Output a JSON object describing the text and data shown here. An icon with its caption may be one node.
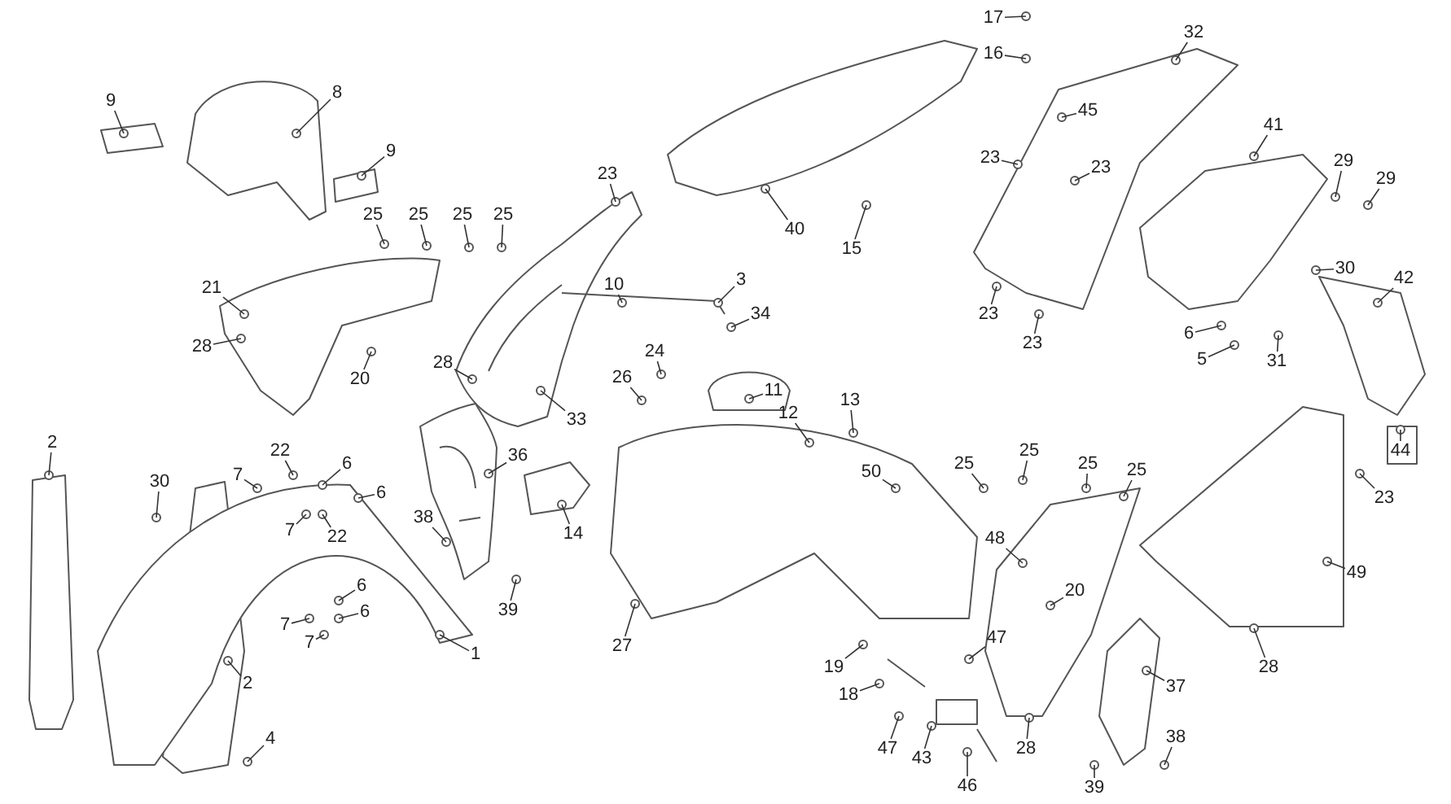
{
  "diagram": {
    "nodes": [
      {
        "text": [
          "17"
        ]
      },
      {
        "text": [
          "16"
        ]
      },
      {
        "text": [
          "32"
        ]
      },
      {
        "text": [
          "45"
        ]
      },
      {
        "text": [
          "9"
        ]
      },
      {
        "text": [
          "8"
        ]
      },
      {
        "text": [
          "9"
        ]
      },
      {
        "text": [
          "23"
        ]
      },
      {
        "text": [
          "23"
        ]
      },
      {
        "text": [
          "23"
        ]
      },
      {
        "text": [
          "40"
        ]
      },
      {
        "text": [
          "15"
        ]
      },
      {
        "text": [
          "41"
        ]
      },
      {
        "text": [
          "29"
        ]
      },
      {
        "text": [
          "29"
        ]
      },
      {
        "text": [
          "25"
        ]
      },
      {
        "text": [
          "25"
        ]
      },
      {
        "text": [
          "25"
        ]
      },
      {
        "text": [
          "25"
        ]
      },
      {
        "text": [
          "21"
        ]
      },
      {
        "text": [
          "20"
        ]
      },
      {
        "text": [
          "28"
        ]
      },
      {
        "text": [
          "10"
        ]
      },
      {
        "text": [
          "3"
        ]
      },
      {
        "text": [
          "34"
        ]
      },
      {
        "text": [
          "24"
        ]
      },
      {
        "text": [
          "11"
        ]
      },
      {
        "text": [
          "26"
        ]
      },
      {
        "text": [
          "28"
        ]
      },
      {
        "text": [
          "33"
        ]
      },
      {
        "text": [
          "23"
        ]
      },
      {
        "text": [
          "23"
        ]
      },
      {
        "text": [
          "30"
        ]
      },
      {
        "text": [
          "42"
        ]
      },
      {
        "text": [
          "6"
        ]
      },
      {
        "text": [
          "5"
        ]
      },
      {
        "text": [
          "31"
        ]
      },
      {
        "text": [
          "13"
        ]
      },
      {
        "text": [
          "12"
        ]
      },
      {
        "text": [
          "44"
        ]
      },
      {
        "text": [
          "2"
        ]
      },
      {
        "text": [
          "30"
        ]
      },
      {
        "text": [
          "22"
        ]
      },
      {
        "text": [
          "6"
        ]
      },
      {
        "text": [
          "7"
        ]
      },
      {
        "text": [
          "6"
        ]
      },
      {
        "text": [
          "36"
        ]
      },
      {
        "text": [
          "38"
        ]
      },
      {
        "text": [
          "14"
        ]
      },
      {
        "text": [
          "50"
        ]
      },
      {
        "text": [
          "25"
        ]
      },
      {
        "text": [
          "25"
        ]
      },
      {
        "text": [
          "25"
        ]
      },
      {
        "text": [
          "25"
        ]
      },
      {
        "text": [
          "23"
        ]
      },
      {
        "text": [
          "7"
        ]
      },
      {
        "text": [
          "22"
        ]
      },
      {
        "text": [
          "48"
        ]
      },
      {
        "text": [
          "39"
        ]
      },
      {
        "text": [
          "1"
        ]
      },
      {
        "text": [
          "20"
        ]
      },
      {
        "text": [
          "6"
        ]
      },
      {
        "text": [
          "6"
        ]
      },
      {
        "text": [
          "7"
        ]
      },
      {
        "text": [
          "7"
        ]
      },
      {
        "text": [
          "49"
        ]
      },
      {
        "text": [
          "27"
        ]
      },
      {
        "text": [
          "28"
        ]
      },
      {
        "text": [
          "19"
        ]
      },
      {
        "text": [
          "47"
        ]
      },
      {
        "text": [
          "37"
        ]
      },
      {
        "text": [
          "2"
        ]
      },
      {
        "text": [
          "18"
        ]
      },
      {
        "text": [
          "47"
        ]
      },
      {
        "text": [
          "43"
        ]
      },
      {
        "text": [
          "28"
        ]
      },
      {
        "text": [
          "4"
        ]
      },
      {
        "text": [
          "46"
        ]
      },
      {
        "text": [
          "39"
        ]
      },
      {
        "text": [
          "38"
        ]
      }
    ],
    "edges": [
      {
        "from": 0,
        "to": null,
        "arrow": "none"
      },
      {
        "from": 1,
        "to": null,
        "arrow": "none"
      },
      {
        "from": 2,
        "to": null,
        "arrow": "none"
      },
      {
        "from": 3,
        "to": null,
        "arrow": "none"
      },
      {
        "from": 4,
        "to": null,
        "arrow": "none"
      },
      {
        "from": 5,
        "to": null,
        "arrow": "none"
      },
      {
        "from": 6,
        "to": null,
        "arrow": "none"
      },
      {
        "from": 7,
        "to": null,
        "arrow": "none"
      },
      {
        "from": 8,
        "to": null,
        "arrow": "none"
      },
      {
        "from": 9,
        "to": null,
        "arrow": "none"
      },
      {
        "from": 10,
        "to": null,
        "arrow": "none"
      },
      {
        "from": 11,
        "to": null,
        "arrow": "none"
      },
      {
        "from": 12,
        "to": null,
        "arrow": "none"
      },
      {
        "from": 13,
        "to": null,
        "arrow": "none"
      },
      {
        "from": 14,
        "to": null,
        "arrow": "none"
      },
      {
        "from": 15,
        "to": null,
        "arrow": "none"
      },
      {
        "from": 16,
        "to": null,
        "arrow": "none"
      },
      {
        "from": 17,
        "to": null,
        "arrow": "none"
      },
      {
        "from": 18,
        "to": null,
        "arrow": "none"
      },
      {
        "from": 19,
        "to": null,
        "arrow": "none"
      },
      {
        "from": 20,
        "to": null,
        "arrow": "none"
      },
      {
        "from": 21,
        "to": null,
        "arrow": "none"
      },
      {
        "from": 22,
        "to": null,
        "arrow": "none"
      },
      {
        "from": 23,
        "to": null,
        "arrow": "none"
      },
      {
        "from": 24,
        "to": null,
        "arrow": "none"
      },
      {
        "from": 25,
        "to": null,
        "arrow": "none"
      },
      {
        "from": 26,
        "to": null,
        "arrow": "none"
      },
      {
        "from": 27,
        "to": null,
        "arrow": "none"
      },
      {
        "from": 28,
        "to": null,
        "arrow": "none"
      },
      {
        "from": 29,
        "to": null,
        "arrow": "none"
      },
      {
        "from": 30,
        "to": null,
        "arrow": "none"
      },
      {
        "from": 31,
        "to": null,
        "arrow": "none"
      },
      {
        "from": 32,
        "to": null,
        "arrow": "none"
      },
      {
        "from": 33,
        "to": null,
        "arrow": "none"
      },
      {
        "from": 34,
        "to": null,
        "arrow": "none"
      },
      {
        "from": 35,
        "to": null,
        "arrow": "none"
      },
      {
        "from": 36,
        "to": null,
        "arrow": "none"
      },
      {
        "from": 37,
        "to": null,
        "arrow": "none"
      },
      {
        "from": 38,
        "to": null,
        "arrow": "none"
      },
      {
        "from": 39,
        "to": null,
        "arrow": "none"
      },
      {
        "from": 40,
        "to": null,
        "arrow": "none"
      },
      {
        "from": 41,
        "to": null,
        "arrow": "none"
      },
      {
        "from": 42,
        "to": null,
        "arrow": "none"
      },
      {
        "from": 43,
        "to": null,
        "arrow": "none"
      },
      {
        "from": 44,
        "to": null,
        "arrow": "none"
      },
      {
        "from": 45,
        "to": null,
        "arrow": "none"
      },
      {
        "from": 46,
        "to": null,
        "arrow": "none"
      },
      {
        "from": 47,
        "to": null,
        "arrow": "none"
      },
      {
        "from": 48,
        "to": null,
        "arrow": "none"
      },
      {
        "from": 49,
        "to": null,
        "arrow": "none"
      },
      {
        "from": 50,
        "to": null,
        "arrow": "none"
      },
      {
        "from": 51,
        "to": null,
        "arrow": "none"
      },
      {
        "from": 52,
        "to": null,
        "arrow": "none"
      },
      {
        "from": 53,
        "to": null,
        "arrow": "none"
      },
      {
        "from": 54,
        "to": null,
        "arrow": "none"
      },
      {
        "from": 55,
        "to": null,
        "arrow": "none"
      },
      {
        "from": 56,
        "to": null,
        "arrow": "none"
      },
      {
        "from": 57,
        "to": null,
        "arrow": "none"
      },
      {
        "from": 58,
        "to": null,
        "arrow": "none"
      },
      {
        "from": 59,
        "to": null,
        "arrow": "none"
      },
      {
        "from": 60,
        "to": null,
        "arrow": "none"
      },
      {
        "from": 61,
        "to": null,
        "arrow": "none"
      },
      {
        "from": 62,
        "to": null,
        "arrow": "none"
      },
      {
        "from": 63,
        "to": null,
        "arrow": "none"
      },
      {
        "from": 64,
        "to": null,
        "arrow": "none"
      },
      {
        "from": 65,
        "to": null,
        "arrow": "none"
      },
      {
        "from": 66,
        "to": null,
        "arrow": "none"
      },
      {
        "from": 67,
        "to": null,
        "arrow": "none"
      },
      {
        "from": 68,
        "to": null,
        "arrow": "none"
      },
      {
        "from": 69,
        "to": null,
        "arrow": "none"
      },
      {
        "from": 70,
        "to": null,
        "arrow": "none"
      },
      {
        "from": 71,
        "to": null,
        "arrow": "none"
      },
      {
        "from": 72,
        "to": null,
        "arrow": "none"
      },
      {
        "from": 73,
        "to": null,
        "arrow": "none"
      },
      {
        "from": 74,
        "to": null,
        "arrow": "none"
      },
      {
        "from": 75,
        "to": null,
        "arrow": "none"
      },
      {
        "from": 76,
        "to": null,
        "arrow": "none"
      },
      {
        "from": 77,
        "to": null,
        "arrow": "none"
      },
      {
        "from": 78,
        "to": null,
        "arrow": "none"
      },
      {
        "from": 79,
        "to": null,
        "arrow": "none"
      }
    ]
  }
}
